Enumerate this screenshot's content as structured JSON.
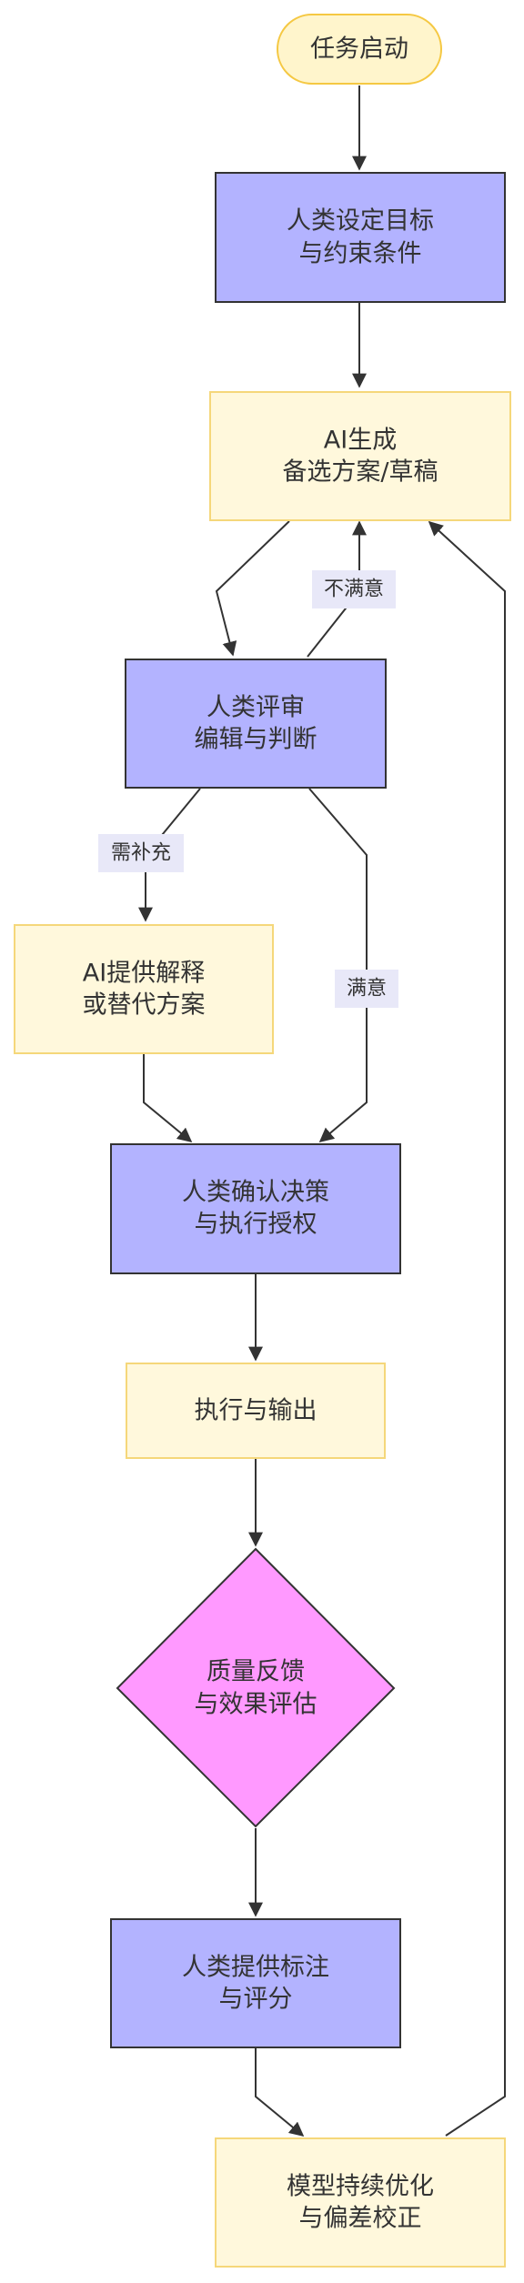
{
  "nodes": {
    "start": {
      "label": "任务启动"
    },
    "human_goal": {
      "lines": [
        "人类设定目标",
        "与约束条件"
      ]
    },
    "ai_generate": {
      "lines": [
        "AI生成",
        "备选方案/草稿"
      ]
    },
    "human_review": {
      "lines": [
        "人类评审",
        "编辑与判断"
      ]
    },
    "ai_explain": {
      "lines": [
        "AI提供解释",
        "或替代方案"
      ]
    },
    "human_confirm": {
      "lines": [
        "人类确认决策",
        "与执行授权"
      ]
    },
    "execute": {
      "label": "执行与输出"
    },
    "quality": {
      "lines": [
        "质量反馈",
        "与效果评估"
      ]
    },
    "human_label": {
      "lines": [
        "人类提供标注",
        "与评分"
      ]
    },
    "model_optimize": {
      "lines": [
        "模型持续优化",
        "与偏差校正"
      ]
    }
  },
  "edges": {
    "not_satisfied": "不满意",
    "need_more": "需补充",
    "satisfied": "满意"
  },
  "colors": {
    "human_fill": "#b3b3ff",
    "human_stroke": "#333333",
    "ai_fill": "#fff8dc",
    "ai_stroke": "#f5d77a",
    "start_fill": "#fff5cc",
    "start_stroke": "#f5c842",
    "decision_fill": "#ff99ff",
    "decision_stroke": "#333333"
  }
}
